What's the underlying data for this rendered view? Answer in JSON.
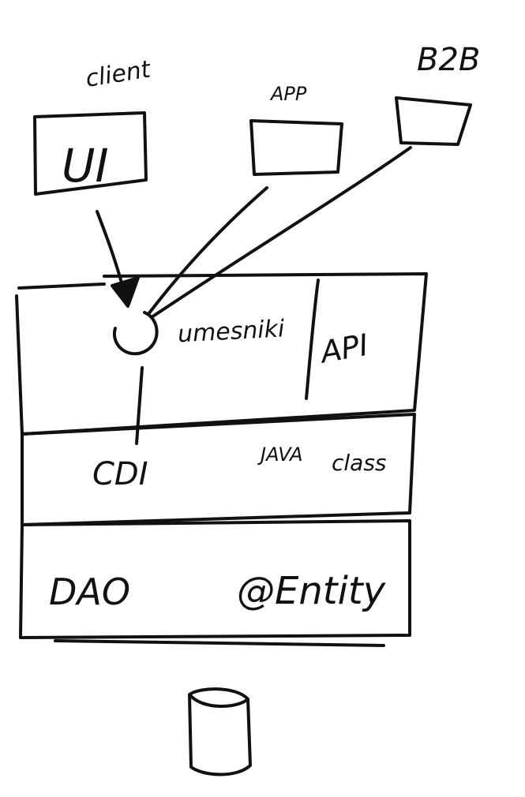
{
  "labels": {
    "client": "client",
    "app": "APP",
    "b2b": "B2B",
    "ui": "UI",
    "umesniki": "umesniki",
    "api": "API",
    "cdi": "CDI",
    "java": "JAVA",
    "class": "class",
    "dao": "DAO",
    "entity": "@Entity"
  },
  "colors": {
    "ink": "#111111",
    "paper": "#ffffff"
  }
}
